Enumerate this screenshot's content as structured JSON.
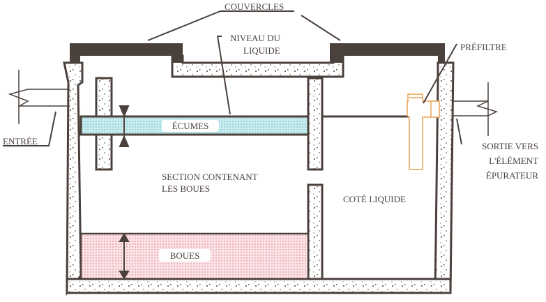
{
  "labels": {
    "lids": "COUVERCLES",
    "liquid_level_1": "NIVEAU DU",
    "liquid_level_2": "LIQUIDE",
    "prefilter": "PRÉFILTRE",
    "inlet": "ENTRÉE",
    "outlet_1": "SORTIE VERS",
    "outlet_2": "L'ÉLÉMENT",
    "outlet_3": "ÉPURATEUR",
    "scum": "ÉCUMES",
    "sludge_section_1": "SECTION CONTENANT",
    "sludge_section_2": "LES BOUES",
    "liquid_side": "COTÉ LIQUIDE",
    "sludge": "BOUES"
  },
  "colors": {
    "structure": "#4a403c",
    "scum": "#9fd8dc",
    "sludge": "#f2b8c0",
    "prefilter": "#e8a050"
  }
}
